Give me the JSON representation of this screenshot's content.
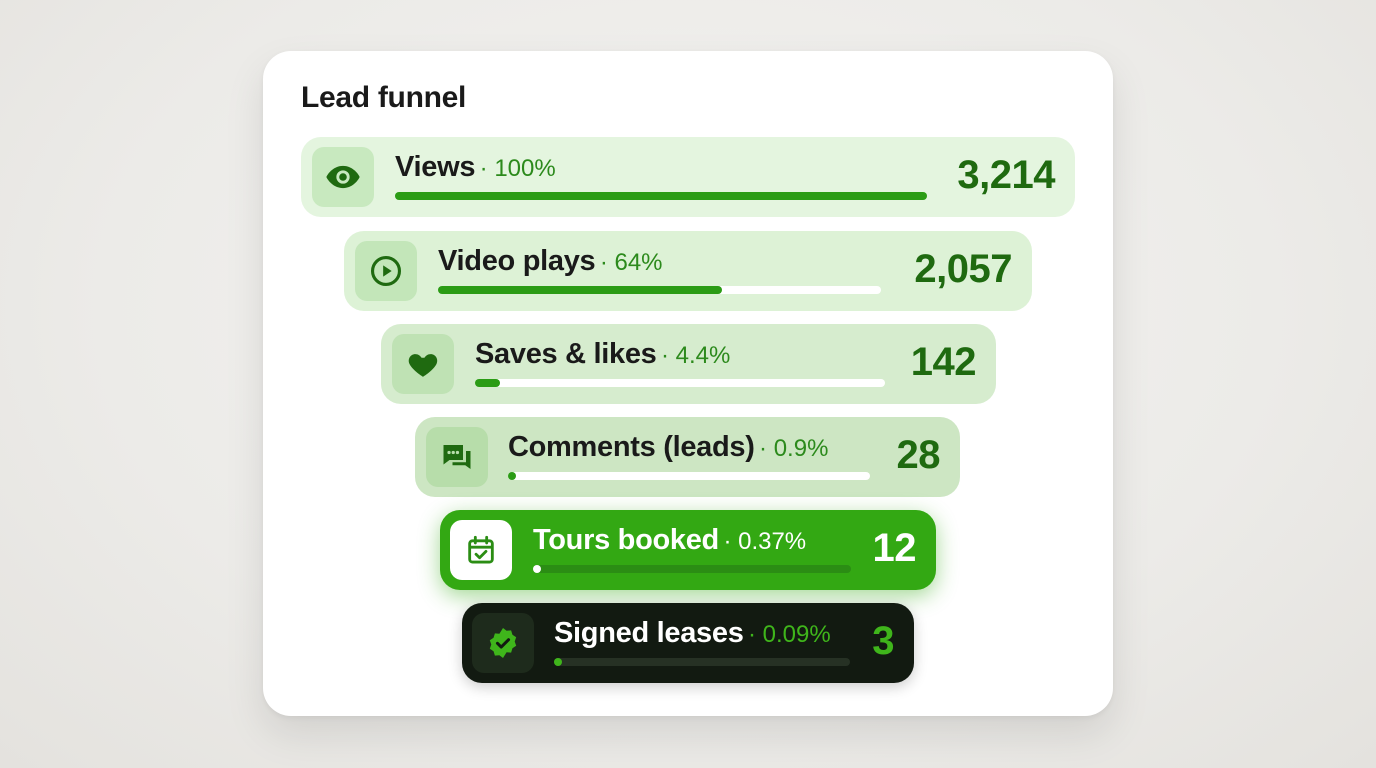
{
  "title": "Lead funnel",
  "colors": {
    "accent": "#33a813",
    "dark_row": "#121a11",
    "number_green": "#1f6a10"
  },
  "stages": [
    {
      "label": "Views",
      "percent": "· 100%",
      "count": "3,214",
      "progress": 1.0,
      "icon": "eye-icon"
    },
    {
      "label": "Video plays",
      "percent": "· 64%",
      "count": "2,057",
      "progress": 0.64,
      "icon": "play-circle-icon"
    },
    {
      "label": "Saves & likes",
      "percent": "· 4.4%",
      "count": "142",
      "progress": 0.06,
      "icon": "heart-icon"
    },
    {
      "label": "Comments (leads)",
      "percent": "· 0.9%",
      "count": "28",
      "progress": 0.02,
      "icon": "chat-bubbles-icon"
    },
    {
      "label": "Tours booked",
      "percent": "· 0.37%",
      "count": "12",
      "progress": 0.02,
      "icon": "calendar-check-icon"
    },
    {
      "label": "Signed leases",
      "percent": "· 0.09%",
      "count": "3",
      "progress": 0.015,
      "icon": "verified-badge-icon"
    }
  ]
}
